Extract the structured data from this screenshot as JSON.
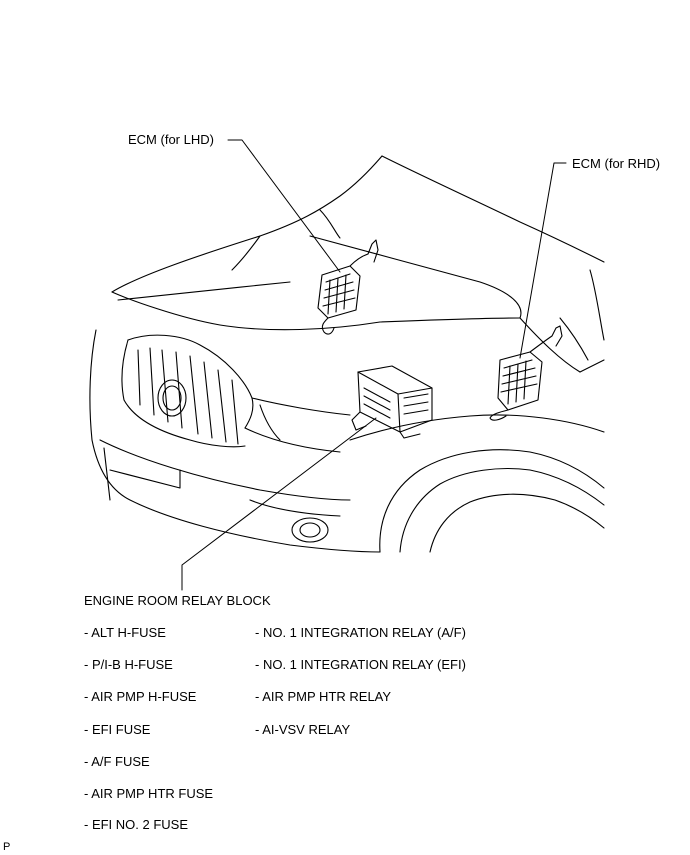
{
  "callouts": {
    "ecm_lhd": "ECM (for LHD)",
    "ecm_rhd": "ECM (for RHD)",
    "relay_block": "ENGINE ROOM RELAY BLOCK"
  },
  "fuses": [
    "- ALT H-FUSE",
    "- P/I-B H-FUSE",
    "- AIR PMP H-FUSE",
    "- EFI FUSE",
    "- A/F FUSE",
    "- AIR PMP HTR FUSE",
    "- EFI NO. 2 FUSE"
  ],
  "relays": [
    "- NO. 1 INTEGRATION RELAY (A/F)",
    "- NO. 1 INTEGRATION RELAY (EFI)",
    "- AIR PMP HTR RELAY",
    "- AI-VSV RELAY"
  ],
  "footer_code": "P"
}
